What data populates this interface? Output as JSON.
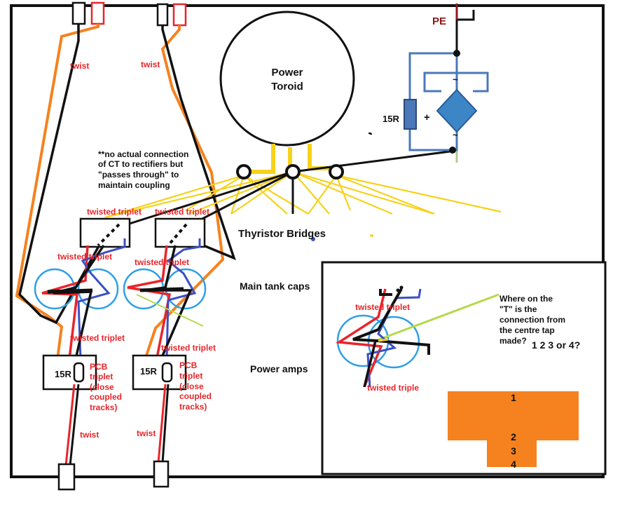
{
  "labels": {
    "twist": "twist",
    "power_toroid_line1": "Power",
    "power_toroid_line2": "Toroid",
    "pe": "PE",
    "resistor": "15R",
    "plus": "+",
    "minus": "-",
    "ct_note": [
      "**no actual connection",
      "of CT to rectifiers but",
      "\"passes through\" to",
      "maintain coupling"
    ],
    "twisted_triplet": "twisted triplet",
    "twisted_triplet_cut": "twisted triplet",
    "twisted_triplet_partial": "twisted triple",
    "thyristor_bridges": "Thyristor Bridges",
    "main_tank_caps": "Main tank caps",
    "power_amps": "Power amps",
    "pcb_triplet": [
      "PCB",
      "triplet",
      "(close",
      "coupled",
      "tracks)"
    ],
    "question": [
      "Where on the",
      "\"T\" is the",
      "connection from",
      "the centre tap",
      "made?"
    ],
    "question_options": "1 2 3 or 4?",
    "t_positions": [
      "1",
      "2",
      "3",
      "4"
    ]
  },
  "colors": {
    "orange": "#f5821f",
    "red": "#e8252a",
    "blue": "#3b4fc4",
    "yellow": "#f6d21b",
    "steel": "#4a78b8",
    "diamond": "#3d86c6",
    "lime": "#b5d94a",
    "capblue": "#2f9fe6"
  }
}
